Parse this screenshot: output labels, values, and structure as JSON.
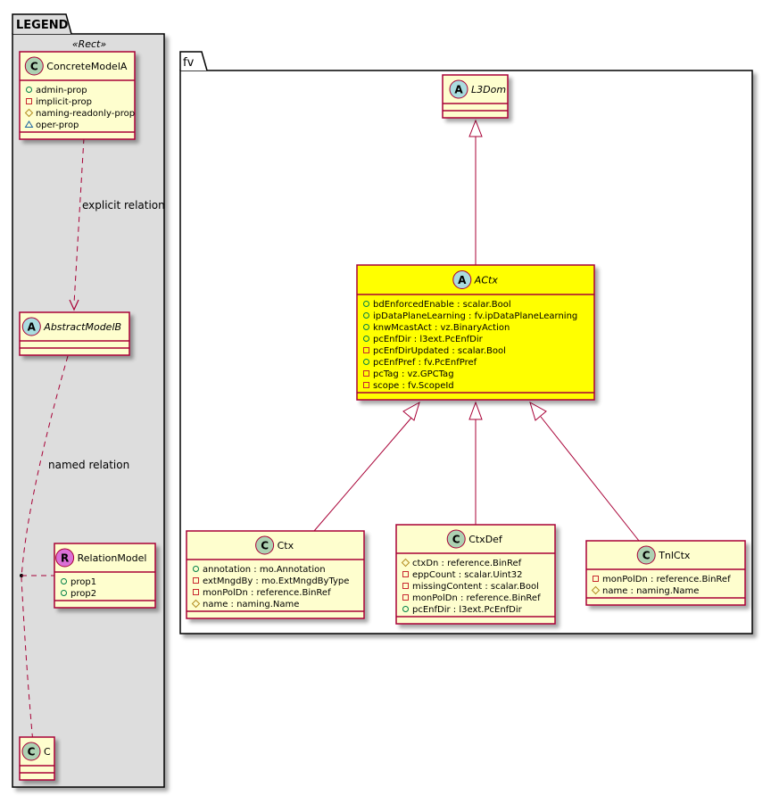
{
  "colors": {
    "class_fill": "#FEFECE",
    "class_border": "#A80036",
    "highlight_fill": "#FFFF00",
    "legend_fill": "#DDDDDD",
    "edge": "#A80036",
    "circle_class": "#ADD1B2",
    "circle_abstract": "#A9DCDF",
    "circle_relation": "#DA70D6",
    "vis_public": "#038048",
    "vis_private": "#C82930",
    "vis_protected": "#B38D22",
    "vis_package": "#1963A0"
  },
  "packages": {
    "legend": {
      "name": "LEGEND",
      "stereotype": "«Rect»"
    },
    "fv": {
      "name": "fv"
    }
  },
  "classes": {
    "ConcreteModelA": {
      "name": "ConcreteModelA",
      "kind": "C",
      "abstract": false,
      "attrs": [
        {
          "vis": "public",
          "text": "admin-prop"
        },
        {
          "vis": "private",
          "text": "implicit-prop"
        },
        {
          "vis": "protected",
          "text": "naming-readonly-prop"
        },
        {
          "vis": "package",
          "text": "oper-prop"
        }
      ]
    },
    "AbstractModelB": {
      "name": "AbstractModelB",
      "kind": "A",
      "abstract": true,
      "attrs": []
    },
    "RelationModel": {
      "name": "RelationModel",
      "kind": "R",
      "abstract": false,
      "attrs": [
        {
          "vis": "public",
          "text": "prop1"
        },
        {
          "vis": "public",
          "text": "prop2"
        }
      ]
    },
    "C": {
      "name": "C",
      "kind": "C",
      "abstract": false,
      "attrs": []
    },
    "L3Dom": {
      "name": "L3Dom",
      "kind": "A",
      "abstract": true,
      "attrs": []
    },
    "ACtx": {
      "name": "ACtx",
      "kind": "A",
      "abstract": true,
      "highlight": true,
      "attrs": [
        {
          "vis": "public",
          "text": "bdEnforcedEnable : scalar.Bool"
        },
        {
          "vis": "public",
          "text": "ipDataPlaneLearning : fv.ipDataPlaneLearning"
        },
        {
          "vis": "public",
          "text": "knwMcastAct : vz.BinaryAction"
        },
        {
          "vis": "public",
          "text": "pcEnfDir : l3ext.PcEnfDir"
        },
        {
          "vis": "private",
          "text": "pcEnfDirUpdated : scalar.Bool"
        },
        {
          "vis": "public",
          "text": "pcEnfPref : fv.PcEnfPref"
        },
        {
          "vis": "private",
          "text": "pcTag : vz.GPCTag"
        },
        {
          "vis": "private",
          "text": "scope : fv.ScopeId"
        }
      ]
    },
    "Ctx": {
      "name": "Ctx",
      "kind": "C",
      "abstract": false,
      "attrs": [
        {
          "vis": "public",
          "text": "annotation : mo.Annotation"
        },
        {
          "vis": "private",
          "text": "extMngdBy : mo.ExtMngdByType"
        },
        {
          "vis": "private",
          "text": "monPolDn : reference.BinRef"
        },
        {
          "vis": "protected",
          "text": "name : naming.Name"
        }
      ]
    },
    "CtxDef": {
      "name": "CtxDef",
      "kind": "C",
      "abstract": false,
      "attrs": [
        {
          "vis": "protected",
          "text": "ctxDn : reference.BinRef"
        },
        {
          "vis": "private",
          "text": "eppCount : scalar.Uint32"
        },
        {
          "vis": "private",
          "text": "missingContent : scalar.Bool"
        },
        {
          "vis": "private",
          "text": "monPolDn : reference.BinRef"
        },
        {
          "vis": "public",
          "text": "pcEnfDir : l3ext.PcEnfDir"
        }
      ]
    },
    "TnlCtx": {
      "name": "TnlCtx",
      "kind": "C",
      "abstract": false,
      "attrs": [
        {
          "vis": "private",
          "text": "monPolDn : reference.BinRef"
        },
        {
          "vis": "protected",
          "text": "name : naming.Name"
        }
      ]
    }
  },
  "relations": [
    {
      "from": "ConcreteModelA",
      "to": "AbstractModelB",
      "type": "dependency",
      "label": "explicit relation"
    },
    {
      "from": "AbstractModelB",
      "to": "C",
      "type": "dependency",
      "label": "named relation",
      "association_class": "RelationModel"
    },
    {
      "from": "ACtx",
      "to": "L3Dom",
      "type": "generalization",
      "label": ""
    },
    {
      "from": "Ctx",
      "to": "ACtx",
      "type": "generalization",
      "label": ""
    },
    {
      "from": "CtxDef",
      "to": "ACtx",
      "type": "generalization",
      "label": ""
    },
    {
      "from": "TnlCtx",
      "to": "ACtx",
      "type": "generalization",
      "label": ""
    }
  ]
}
